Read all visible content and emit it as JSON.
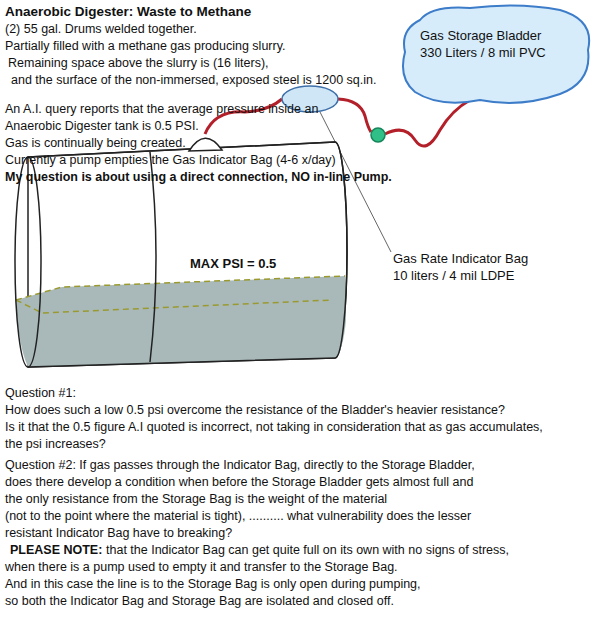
{
  "diagram": {
    "title": "Anaerobic Digester: Waste to Methane",
    "nodes": [
      {
        "text": [
          "Gas Storage Bladder",
          "330 Liters / 8 mil PVC"
        ]
      },
      {
        "text": [
          "MAX PSI = 0.5"
        ]
      }
    ],
    "labels": [
      "(2) 55 gal. Drums welded together.",
      "Partially filled with a methane gas producing slurry.",
      "Remaining space above the slurry is (16 liters),",
      "and the surface of the non-immersed, exposed steel  is 1200 sq.in.",
      "An A.I. query reports that the average pressure inside an",
      "Anaerobic Digester tank is 0.5 PSI.",
      "Gas is continually being created.",
      "Currently a pump empties the Gas Indicator Bag (4-6 x/day)",
      "My question is about using a direct connection, NO in-line Pump.",
      "Gas Rate Indicator Bag",
      "10 liters / 4 mil LDPE",
      "Question #1:",
      "How does such a low 0.5 psi overcome the resistance of the Bladder's heavier resistance?",
      "Is it that the 0.5 figure A.I quoted is incorrect, not taking in consideration that as gas accumulates,",
      "the psi increases?",
      "Question  #2: If gas passes through the Indicator Bag, directly to the Storage Bladder,",
      "does there develop a condition when before the Storage Bladder gets almost full and",
      "the only resistance from the Storage Bag is the weight of the material",
      "(not to the point where the material is tight),  ..........  what vulnerability does the lesser",
      "resistant Indicator Bag have to breaking?",
      "PLEASE NOTE:",
      "that the Indicator Bag can get quite full on its own with no signs of stress,",
      "when there is a pump used to empty it and transfer to the Storage Bag.",
      "And in this case the line is to the Storage Bag is only open during pumping,",
      "so both the Indicator Bag and Storage Bag are isolated and closed off."
    ]
  }
}
